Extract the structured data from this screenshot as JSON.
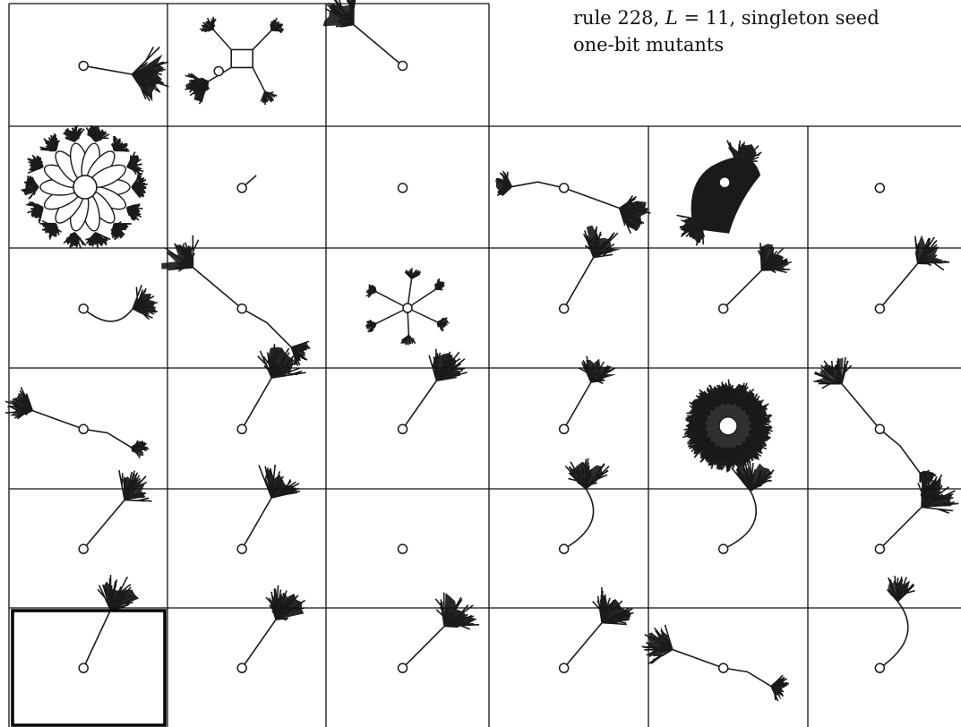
{
  "caption": {
    "line1_prefix": "rule 228, ",
    "line1_var": "L",
    "line1_suffix": " = 11, singleton seed",
    "line2": "one-bit mutants"
  },
  "grid": {
    "columns": 6,
    "rows": 6,
    "top_row_cells": 3,
    "highlighted_cell": {
      "row": 5,
      "col": 0
    }
  },
  "cells": [
    [
      {
        "kind": "branch",
        "dir": 10,
        "len": 1.0,
        "size": 1.4,
        "dense": 1.0
      },
      {
        "kind": "cross",
        "dir": -60,
        "len": 1.4,
        "size": 1.0,
        "dense": 0.7
      },
      {
        "kind": "branch",
        "dir": -140,
        "len": 1.3,
        "size": 1.3,
        "dense": 0.9
      }
    ],
    [
      {
        "kind": "flower",
        "petals": 14,
        "size": 1.0
      },
      {
        "kind": "stub",
        "dir": -40,
        "len": 0.5
      },
      {
        "kind": "empty"
      },
      {
        "kind": "bent",
        "dir": 20,
        "len": 1.2,
        "size": 1.1,
        "dense": 1.0
      },
      {
        "kind": "blob",
        "size": 1.0
      },
      {
        "kind": "empty"
      }
    ],
    [
      {
        "kind": "arc",
        "dir": 0,
        "len": 1.0,
        "size": 0.9,
        "dense": 0.9
      },
      {
        "kind": "bent",
        "dir": -140,
        "len": 1.3,
        "size": 1.2,
        "dense": 0.9
      },
      {
        "kind": "star",
        "size": 1.0
      },
      {
        "kind": "branch",
        "dir": -60,
        "len": 1.2,
        "size": 1.2,
        "dense": 0.9
      },
      {
        "kind": "branch",
        "dir": -45,
        "len": 1.1,
        "size": 1.1,
        "dense": 0.9
      },
      {
        "kind": "branch",
        "dir": -50,
        "len": 1.2,
        "size": 1.1,
        "dense": 0.9
      }
    ],
    [
      {
        "kind": "bent",
        "dir": -160,
        "len": 1.1,
        "size": 1.0,
        "dense": 0.8
      },
      {
        "kind": "branch",
        "dir": -60,
        "len": 1.2,
        "size": 1.2,
        "dense": 1.0
      },
      {
        "kind": "branch",
        "dir": -55,
        "len": 1.2,
        "size": 1.3,
        "dense": 1.0
      },
      {
        "kind": "branch",
        "dir": -60,
        "len": 1.1,
        "size": 1.0,
        "dense": 0.9
      },
      {
        "kind": "ring",
        "size": 1.0
      },
      {
        "kind": "bent",
        "dir": -130,
        "len": 1.2,
        "size": 1.0,
        "dense": 0.7
      }
    ],
    [
      {
        "kind": "branch",
        "dir": -50,
        "len": 1.3,
        "size": 1.1,
        "dense": 0.9
      },
      {
        "kind": "branch",
        "dir": -60,
        "len": 1.2,
        "size": 1.2,
        "dense": 1.0
      },
      {
        "kind": "empty"
      },
      {
        "kind": "arc2",
        "dir": -70,
        "len": 1.3,
        "size": 1.1,
        "dense": 0.9
      },
      {
        "kind": "arc2",
        "dir": -65,
        "len": 1.3,
        "size": 1.1,
        "dense": 0.9
      },
      {
        "kind": "branch",
        "dir": -45,
        "len": 1.2,
        "size": 1.3,
        "dense": 1.0
      }
    ],
    [
      {
        "kind": "branch",
        "dir": -65,
        "len": 1.3,
        "size": 1.3,
        "dense": 1.0
      },
      {
        "kind": "branch",
        "dir": -55,
        "len": 1.2,
        "size": 1.2,
        "dense": 1.0
      },
      {
        "kind": "branch",
        "dir": -45,
        "len": 1.2,
        "size": 1.3,
        "dense": 1.0
      },
      {
        "kind": "branch",
        "dir": -50,
        "len": 1.2,
        "size": 1.2,
        "dense": 1.0
      },
      {
        "kind": "bent",
        "dir": -160,
        "len": 1.1,
        "size": 1.1,
        "dense": 0.9
      },
      {
        "kind": "arc2",
        "dir": -75,
        "len": 1.4,
        "size": 0.9,
        "dense": 0.7
      }
    ]
  ]
}
